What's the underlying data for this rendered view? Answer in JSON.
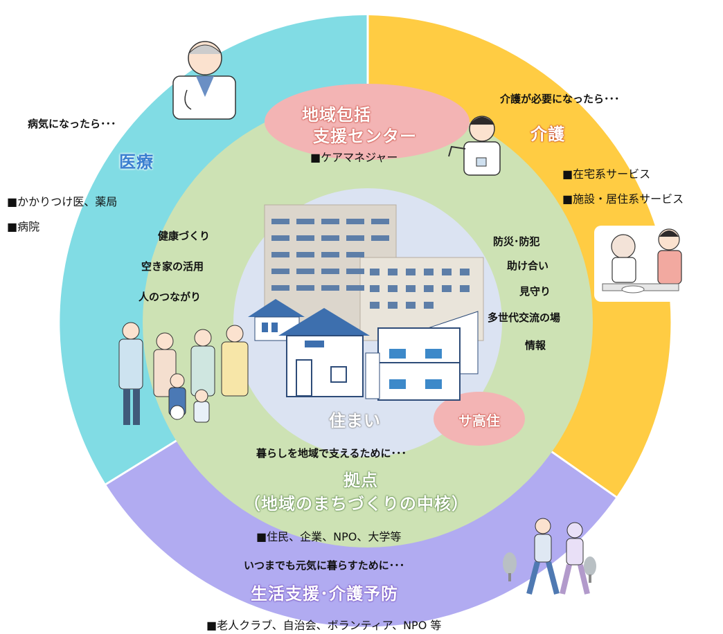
{
  "colors": {
    "medical": "#81DCE4",
    "care": "#FFCC43",
    "life": "#B1ABF1",
    "green_ring": "#CDE2B4",
    "center": "#DBE3F2",
    "pink": "#F3B4B4"
  },
  "medical": {
    "lead": "病気になったら･･･",
    "title": "医療",
    "items": [
      "■かかりつけ医、薬局",
      "■病院"
    ],
    "icon": "doctor-illustration"
  },
  "care": {
    "lead": "介護が必要になったら･･･",
    "title": "介護",
    "items": [
      "■在宅系サービス",
      "■施設・居住系サービス"
    ],
    "icon": "caregiver-illustration"
  },
  "center_org": {
    "title_line1": "地域包括",
    "title_line2": "支援センター",
    "item": "■ケアマネジャー",
    "icon": "care-manager-illustration"
  },
  "community_left": [
    "健康づくり",
    "空き家の活用",
    "人のつながり"
  ],
  "community_right": [
    "防災･防犯",
    "助け合い",
    "見守り",
    "多世代交流の場",
    "情報"
  ],
  "housing": {
    "label": "住まい",
    "badge": "サ高住",
    "icon": "buildings-illustration"
  },
  "hub": {
    "lead": "暮らしを地域で支えるために･･･",
    "title_line1": "拠点",
    "title_line2": "（地域のまちづくりの中核）",
    "item": "■住民、企業、NPO、大学等"
  },
  "life": {
    "lead": "いつまでも元気に暮らすために･･･",
    "title": "生活支援･介護予防",
    "item": "■老人クラブ、自治会、ボランティア、NPO 等",
    "icon": "walkers-illustration"
  },
  "family_icon": "family-illustration"
}
